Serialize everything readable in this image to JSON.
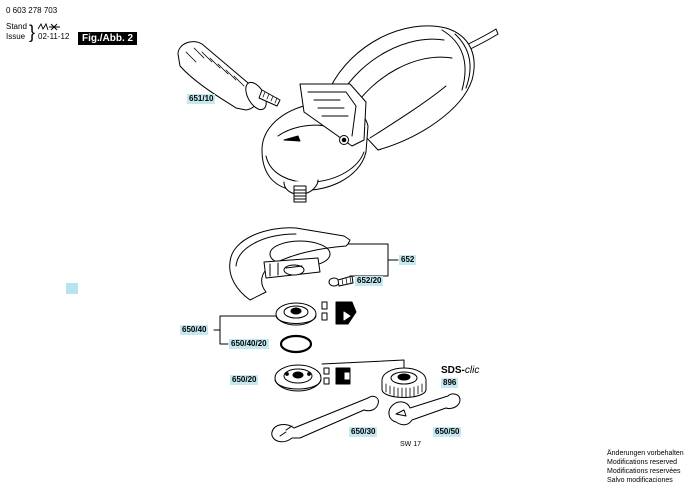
{
  "header": {
    "doc_number": "0 603 278 703",
    "stand_label": "Stand",
    "issue_label": "Issue",
    "issue_date": "02-11-12",
    "figure_tag": "Fig./Abb. 2"
  },
  "parts": {
    "p651_10": "651/10",
    "p652": "652",
    "p652_20": "652/20",
    "p650_40": "650/40",
    "p650_40_20": "650/40/20",
    "p650_20": "650/20",
    "p896": "896",
    "p650_30": "650/30",
    "p650_50": "650/50"
  },
  "brand": {
    "main": "SDS-",
    "suffix": "clic"
  },
  "wrench_size": "SW 17",
  "notice": [
    "Änderungen vorbehalten",
    "Modifications reserved",
    "Modifications reservées",
    "Salvo modificaciones"
  ],
  "colors": {
    "label_fill": "#c4e8ef",
    "figure_tag_bg": "#000000"
  }
}
